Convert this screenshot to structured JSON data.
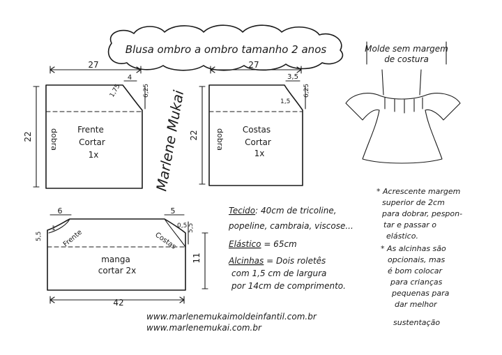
{
  "title": "Blusa ombro a ombro tamanho 2 anos",
  "molde_note": {
    "line1": "Molde sem margem",
    "line2": "de costura"
  },
  "frente": {
    "width_label": "27",
    "height_label": "22",
    "neck_width": "4",
    "diag": "1,75",
    "side_drop": "6,25",
    "fold": "dobra",
    "name": "Frente",
    "cut_label": "Cortar",
    "cut_count": "1x"
  },
  "costas": {
    "width_label": "27",
    "height_label": "22",
    "neck_width": "3,5",
    "diag": "1,5",
    "side_drop": "6,25",
    "fold": "dobra",
    "name": "Costas",
    "cut_label": "Cortar",
    "cut_count": "1x"
  },
  "manga": {
    "left_top": "6",
    "right_top": "5",
    "left_side_a": "1",
    "left_side_b": "5,5",
    "right_diag": "0,5",
    "right_side": "5,5",
    "height_label": "11",
    "width_label": "42",
    "frente_label": "Frente",
    "costas_label": "Costas",
    "name": "manga",
    "cut_label": "cortar 2x"
  },
  "signature": "Marlene Mukai",
  "materials": [
    {
      "key": "Tecido",
      "rest": ": 40cm de tricoline,"
    },
    {
      "key": "",
      "rest": "popeline, cambraia, viscose..."
    },
    {
      "key": "Elástico",
      "rest": " = 65cm"
    },
    {
      "key": "Alcinhas",
      "rest": " = Dois roletês"
    },
    {
      "key": "",
      "rest": "com 1,5 cm de largura"
    },
    {
      "key": "",
      "rest": "por 14cm de comprimento."
    }
  ],
  "notes": [
    "* Acrescente margem",
    "superior de 2cm",
    "para dobrar, pespon-",
    "tar e passar o",
    "elástico.",
    "* As alcinhas são",
    "opcionais, mas",
    "é bom colocar",
    "para crianças",
    "pequenas para",
    "dar melhor",
    "sustentação"
  ],
  "websites": [
    "www.marlenemukaimoldeinfantil.com.br",
    "www.marlenemukai.com.br"
  ],
  "colors": {
    "ink": "#1a1a1a",
    "background": "#ffffff"
  }
}
